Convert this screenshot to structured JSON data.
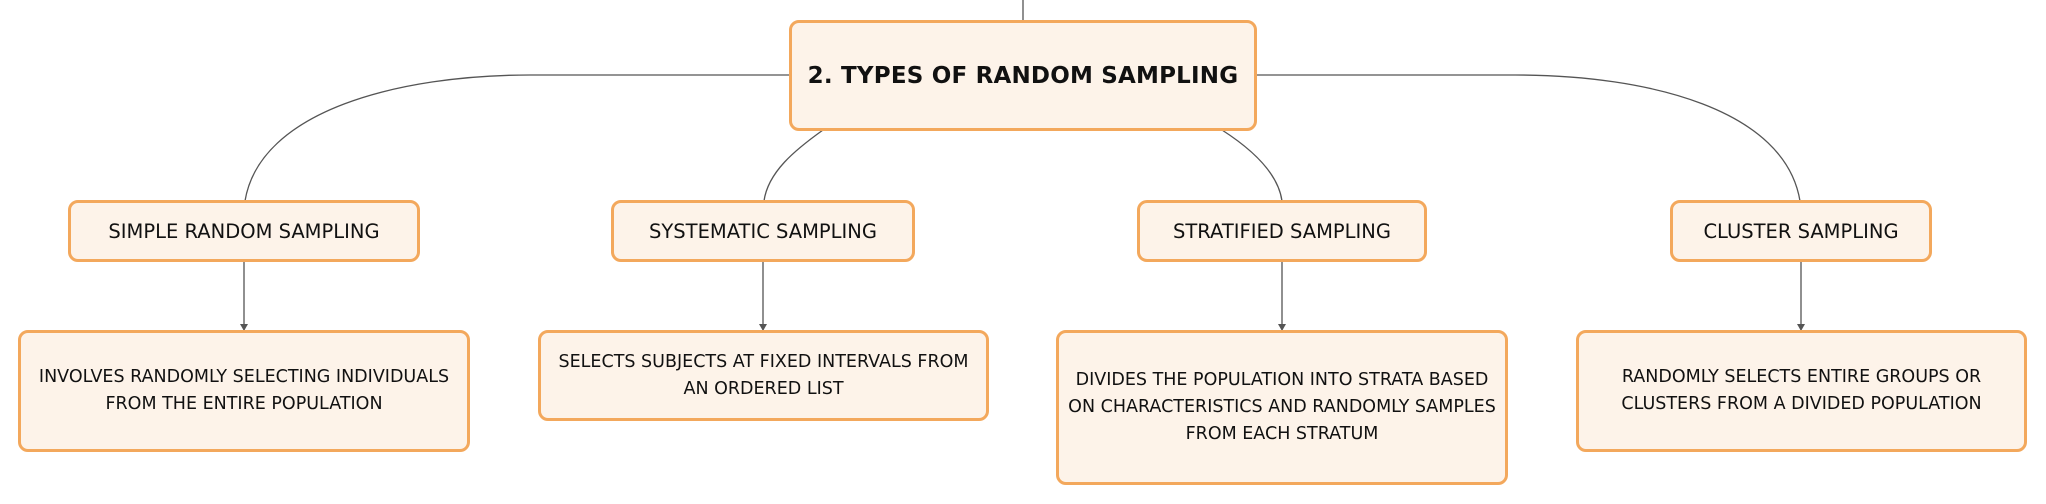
{
  "diagram": {
    "root": {
      "label": "2. TYPES OF RANDOM SAMPLING"
    },
    "branches": [
      {
        "label": "SIMPLE RANDOM SAMPLING",
        "description": "INVOLVES RANDOMLY SELECTING INDIVIDUALS FROM THE ENTIRE POPULATION"
      },
      {
        "label": "SYSTEMATIC SAMPLING",
        "description": "SELECTS SUBJECTS AT FIXED INTERVALS FROM AN ORDERED LIST"
      },
      {
        "label": "STRATIFIED SAMPLING",
        "description": "DIVIDES THE POPULATION INTO STRATA BASED ON CHARACTERISTICS AND RANDOMLY SAMPLES FROM EACH STRATUM"
      },
      {
        "label": "CLUSTER SAMPLING",
        "description": "RANDOMLY SELECTS ENTIRE GROUPS OR CLUSTERS FROM A DIVIDED POPULATION"
      }
    ],
    "colors": {
      "node_fill": "#fdf3e9",
      "node_border": "#f3a85c",
      "connector": "#555555",
      "text": "#111111"
    }
  }
}
